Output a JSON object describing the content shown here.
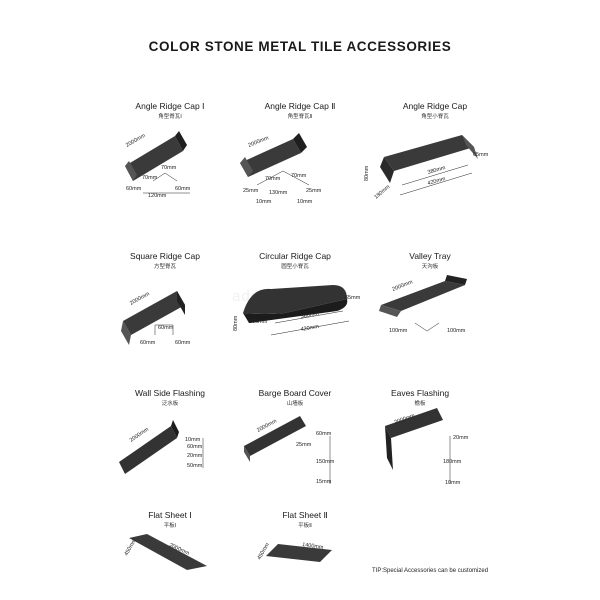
{
  "title": "COLOR STONE METAL TILE ACCESSORIES",
  "watermark": "addjy.en",
  "tip": "TIP:Special Accessories can be customized",
  "items": [
    {
      "name": "Angle Ridge Cap Ⅰ",
      "cn": "角型脊瓦Ⅰ",
      "dims": [
        "2000mm",
        "70mm",
        "70mm",
        "60mm",
        "120mm",
        "60mm"
      ]
    },
    {
      "name": "Angle Ridge Cap Ⅱ",
      "cn": "角型脊瓦Ⅱ",
      "dims": [
        "2000mm",
        "70mm",
        "70mm",
        "25mm",
        "130mm",
        "25mm",
        "10mm",
        "10mm"
      ]
    },
    {
      "name": "Angle Ridge Cap",
      "cn": "角型小脊瓦",
      "dims": [
        "65mm",
        "80mm",
        "380mm",
        "420mm",
        "180mm"
      ]
    },
    {
      "name": "Square Ridge Cap",
      "cn": "方型脊瓦",
      "dims": [
        "2000mm",
        "60mm",
        "60mm",
        "60mm"
      ]
    },
    {
      "name": "Circular Ridge Cap",
      "cn": "圆型小脊瓦",
      "dims": [
        "80mm",
        "180mm",
        "380mm",
        "420mm",
        "65mm"
      ]
    },
    {
      "name": "Valley Tray",
      "cn": "天沟板",
      "dims": [
        "2000mm",
        "100mm",
        "100mm"
      ]
    },
    {
      "name": "Wall Side Flashing",
      "cn": "泛水板",
      "dims": [
        "2000mm",
        "10mm",
        "60mm",
        "20mm",
        "50mm"
      ]
    },
    {
      "name": "Barge Board Cover",
      "cn": "山墙板",
      "dims": [
        "2000mm",
        "60mm",
        "25mm",
        "150mm",
        "15mm"
      ]
    },
    {
      "name": "Eaves Flashing",
      "cn": "檐板",
      "dims": [
        "2000mm",
        "20mm",
        "180mm",
        "10mm"
      ]
    },
    {
      "name": "Flat Sheet Ⅰ",
      "cn": "平板Ⅰ",
      "dims": [
        "450mm",
        "2000mm"
      ]
    },
    {
      "name": "Flat Sheet Ⅱ",
      "cn": "平板Ⅱ",
      "dims": [
        "450mm",
        "1400mm"
      ]
    }
  ]
}
